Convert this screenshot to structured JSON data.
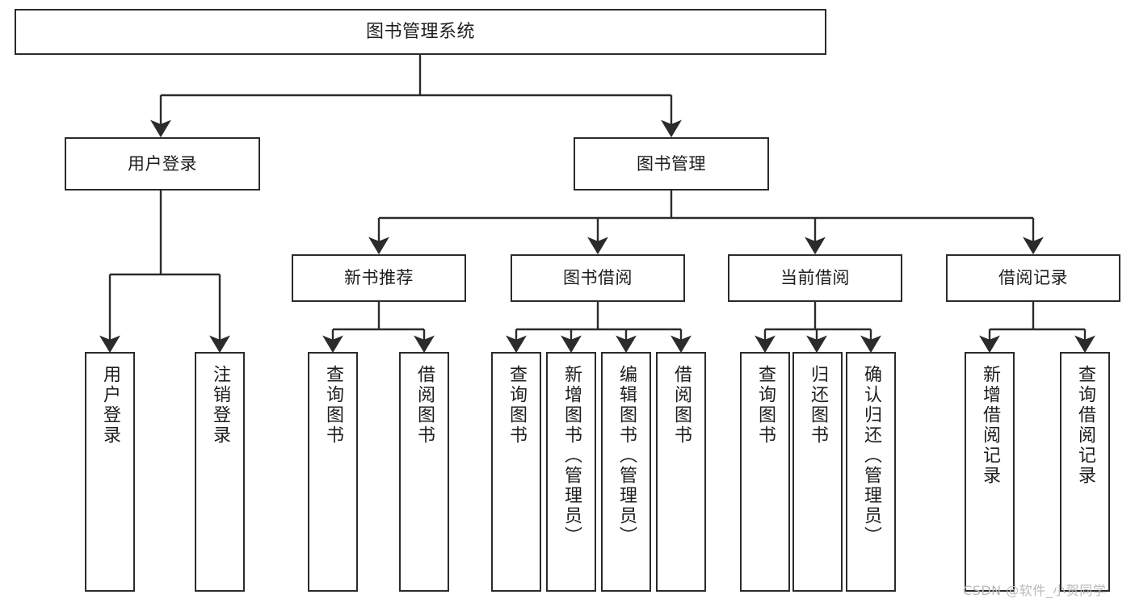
{
  "diagram": {
    "type": "tree-hierarchy",
    "title": "图书管理系统",
    "watermark": "CSDN @软件_小贺同学",
    "colors": {
      "node_border": "#2b2b2b",
      "node_fill": "#ffffff",
      "edge": "#2b2b2b",
      "text": "#1d1d1d",
      "watermark": "#b9b9b9",
      "background": "#ffffff"
    },
    "nodes": {
      "root": {
        "label": "图书管理系统"
      },
      "tier1": [
        {
          "id": "user-login",
          "label": "用户登录"
        },
        {
          "id": "book-manage",
          "label": "图书管理"
        }
      ],
      "tier2": [
        {
          "id": "new-book-recommend",
          "label": "新书推荐"
        },
        {
          "id": "book-borrow",
          "label": "图书借阅"
        },
        {
          "id": "current-borrow",
          "label": "当前借阅"
        },
        {
          "id": "borrow-record",
          "label": "借阅记录"
        }
      ],
      "leaves": {
        "user-login": [
          {
            "id": "leaf-user-login",
            "label": "用户登录"
          },
          {
            "id": "leaf-logout-login",
            "label": "注销登录"
          }
        ],
        "new-book-recommend": [
          {
            "id": "leaf-query-book-1",
            "label": "查询图书"
          },
          {
            "id": "leaf-borrow-book-1",
            "label": "借阅图书"
          }
        ],
        "book-borrow": [
          {
            "id": "leaf-query-book-2",
            "label": "查询图书"
          },
          {
            "id": "leaf-add-book-admin",
            "label": "新增图书（管理员）"
          },
          {
            "id": "leaf-edit-book-admin",
            "label": "编辑图书（管理员）"
          },
          {
            "id": "leaf-borrow-book-2",
            "label": "借阅图书"
          }
        ],
        "current-borrow": [
          {
            "id": "leaf-query-book-3",
            "label": "查询图书"
          },
          {
            "id": "leaf-return-book",
            "label": "归还图书"
          },
          {
            "id": "leaf-confirm-return-admin",
            "label": "确认归还（管理员）"
          }
        ],
        "borrow-record": [
          {
            "id": "leaf-add-borrow-record",
            "label": "新增借阅记录"
          },
          {
            "id": "leaf-query-borrow-record",
            "label": "查询借阅记录"
          }
        ]
      }
    }
  }
}
